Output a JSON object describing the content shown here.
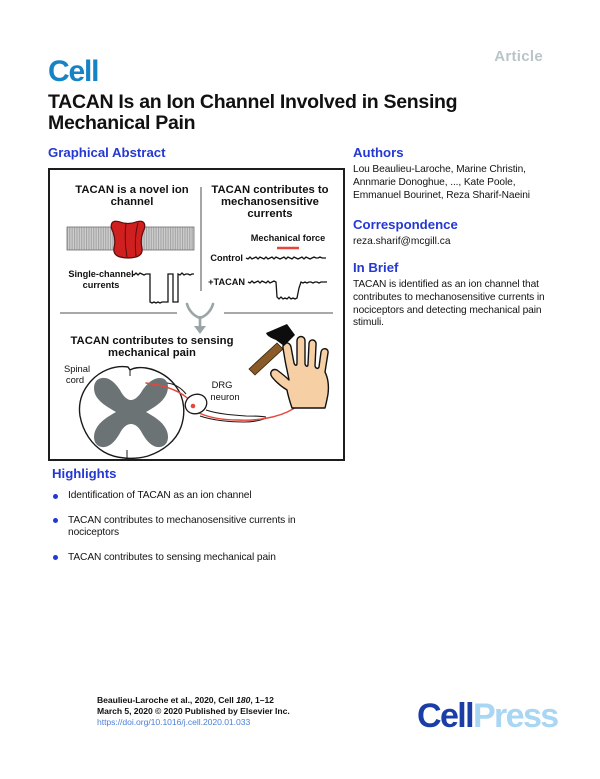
{
  "colors": {
    "journal_blue": "#1583c5",
    "heading_blue": "#2438d2",
    "article_gray": "#b9c5c8",
    "link_blue": "#4b7fd9",
    "cellpress_dark": "#1b3da6",
    "cellpress_light": "#a9d6f2",
    "figure_red": "#cf1f1f",
    "figure_red_dark": "#5a0d0d",
    "nerve_red": "#e8463c",
    "gray_matter": "#6b7374",
    "arrow_gray": "#9aa5a6",
    "hand_skin": "#f6cfa4",
    "hammer_brown": "#8a5a28"
  },
  "header": {
    "article_label": "Article",
    "journal_logo": "Cell",
    "title": "TACAN Is an Ion Channel Involved in Sensing Mechanical Pain"
  },
  "graphical_abstract": {
    "heading": "Graphical Abstract",
    "figure": {
      "left_panel": {
        "title_line1": "TACAN is a novel ion",
        "title_line2": "channel",
        "trace_label_line1": "Single-channel",
        "trace_label_line2": "currents"
      },
      "right_panel": {
        "title_line1": "TACAN contributes to",
        "title_line2": "mechanosensitive",
        "title_line3": "currents",
        "force_label": "Mechanical force",
        "control_label": "Control",
        "tacan_label": "+TACAN"
      },
      "bottom_panel": {
        "title_line1": "TACAN contributes to sensing",
        "title_line2": "mechanical pain",
        "spinal_label_line1": "Spinal",
        "spinal_label_line2": "cord",
        "drg_label_line1": "DRG",
        "drg_label_line2": "neuron"
      }
    }
  },
  "authors_section": {
    "heading": "Authors",
    "names": "Lou Beaulieu-Laroche, Marine Christin, Annmarie Donoghue, ..., Kate Poole, Emmanuel Bourinet, Reza Sharif-Naeini"
  },
  "correspondence_section": {
    "heading": "Correspondence",
    "email": "reza.sharif@mcgill.ca"
  },
  "in_brief_section": {
    "heading": "In Brief",
    "text": "TACAN is identified as an ion channel that contributes to mechanosensitive currents in nociceptors and detecting mechanical pain stimuli."
  },
  "highlights_section": {
    "heading": "Highlights",
    "items": [
      "Identification of TACAN as an ion channel",
      "TACAN contributes to mechanosensitive currents in nociceptors",
      "TACAN contributes to sensing mechanical pain"
    ]
  },
  "footer": {
    "citation_prefix": "Beaulieu-Laroche et al., 2020, Cell ",
    "citation_volume": "180",
    "citation_suffix": ", 1–12",
    "publication_line": "March 5, 2020 © 2020 Published by Elsevier Inc.",
    "doi": "https://doi.org/10.1016/j.cell.2020.01.033",
    "cellpress_dark": "Cell",
    "cellpress_light": "Press"
  }
}
